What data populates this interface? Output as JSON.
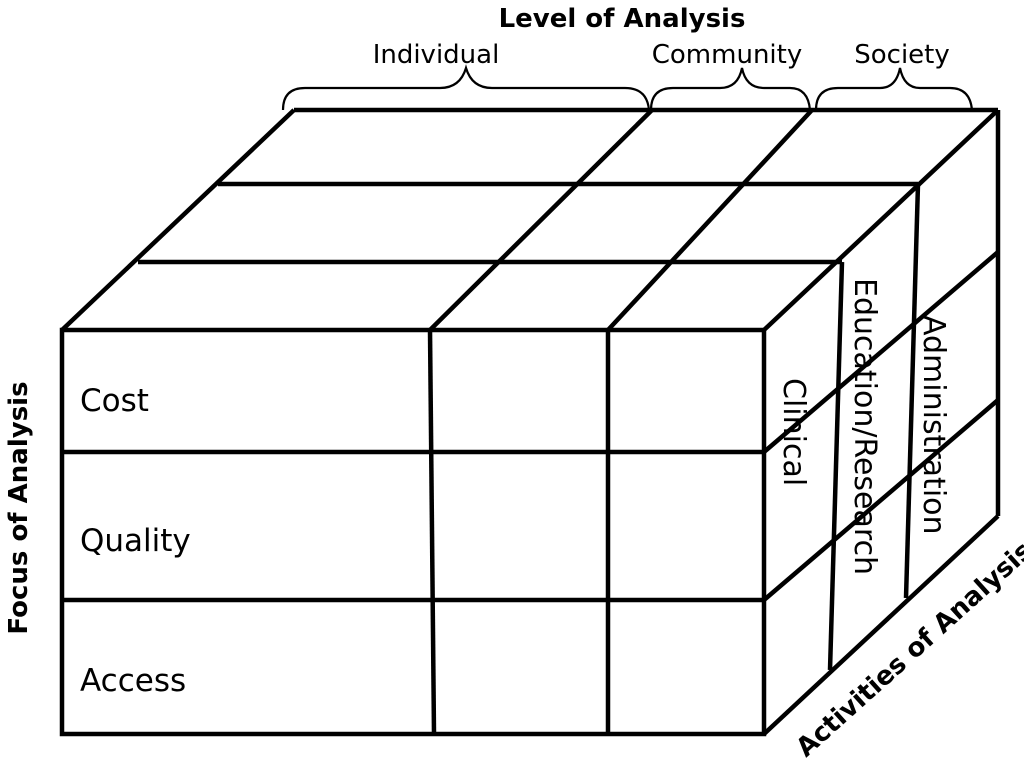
{
  "level_axis": {
    "title": "Level of Analysis",
    "categories": [
      "Individual",
      "Community",
      "Society"
    ]
  },
  "focus_axis": {
    "title": "Focus of Analysis",
    "categories": [
      "Cost",
      "Quality",
      "Access"
    ]
  },
  "activities_axis": {
    "title": "Activities of Analysis",
    "categories": [
      "Clinical",
      "Education/Research",
      "Administration"
    ]
  }
}
